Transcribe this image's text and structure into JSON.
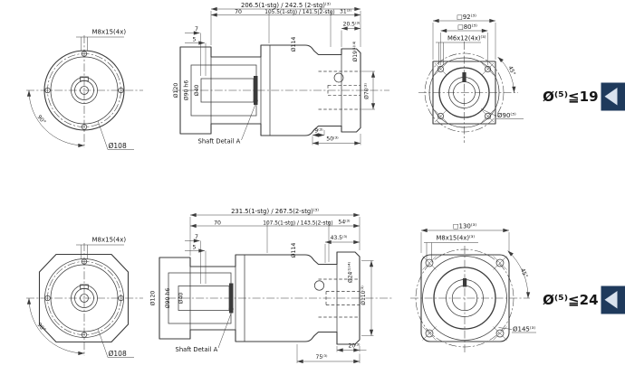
{
  "drawing": {
    "row1": {
      "front": {
        "bolt_callout": "M8x15(4x)",
        "bolt_circle_dia": "Ø108",
        "hole_angle": "90°"
      },
      "side": {
        "length_overall": "206.5(1-stg) / 242.5 (2-stg)⁽³⁾",
        "shaft_length": "70",
        "length_mid": "105.5(1-stg) / 141.5(2-stg)",
        "dim_31": "31⁽³⁾",
        "dim_20_5": "20.5⁽³⁾",
        "dim_7": "7",
        "dim_5": "5",
        "dia_body": "Ø114",
        "dia_flange": "Ø120",
        "dia_pilot": "Ø90 h6",
        "dia_shaft": "Ø40",
        "dia_input_bore": "Ø19⁽¹⁾⁽⁴⁾",
        "dia_recess": "Ø70⁽³⁾",
        "dim_9": "9⁽³⁾",
        "dim_50": "50⁽³⁾",
        "shaft_detail": "Shaft Detail A"
      },
      "rear": {
        "square_outer": "□92⁽³⁾",
        "square_bolts": "□80⁽³⁾",
        "bolt_callout": "M6x12(4x)⁽³⁾",
        "hole_angle": "45°",
        "dia_pilot": "Ø90⁽³⁾"
      },
      "callout": {
        "label": "Ø⁽⁵⁾≦19"
      }
    },
    "row2": {
      "front": {
        "bolt_callout": "M8x15(4x)",
        "bolt_circle_dia": "Ø108",
        "hole_angle": "90°"
      },
      "side": {
        "length_overall": "231.5(1-stg) / 267.5(2-stg)⁽³⁾",
        "shaft_length": "70",
        "length_mid": "107.5(1-stg) / 143.5(2-stg)",
        "dim_54": "54⁽³⁾",
        "dim_43_5": "43.5⁽³⁾",
        "dim_7": "7",
        "dim_5": "5",
        "dia_body": "Ø114",
        "dia_flange": "Ø120",
        "dia_pilot": "Ø90 h6",
        "dia_shaft": "Ø40",
        "dia_input_bore": "Ø24⁽¹⁾⁽⁴⁾",
        "dia_bolt_circle": "Ø110⁽³⁾",
        "dim_20": "20⁽³⁾",
        "dim_75": "75⁽³⁾",
        "shaft_detail": "Shaft Detail A"
      },
      "rear": {
        "square_outer": "□130⁽³⁾",
        "bolt_callout": "M8x15(4x)⁽³⁾",
        "hole_angle": "45°",
        "dia_flange": "Ø145⁽³⁾"
      },
      "callout": {
        "label": "Ø⁽⁵⁾≦24"
      }
    },
    "colors": {
      "line": "#3b3b3b",
      "callout_bg": "#1f3a5c",
      "callout_arrow": "#d9e2ee"
    }
  }
}
